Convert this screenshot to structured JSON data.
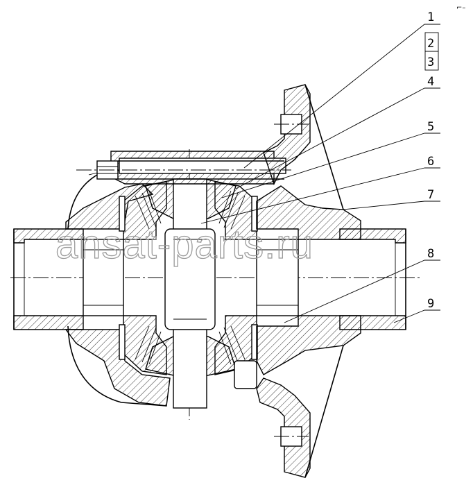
{
  "callouts": [
    "1",
    "2",
    "3",
    "4",
    "5",
    "6",
    "7",
    "8",
    "9"
  ],
  "watermark": "ansat-parts.ru",
  "corner_mark": "⌐–"
}
